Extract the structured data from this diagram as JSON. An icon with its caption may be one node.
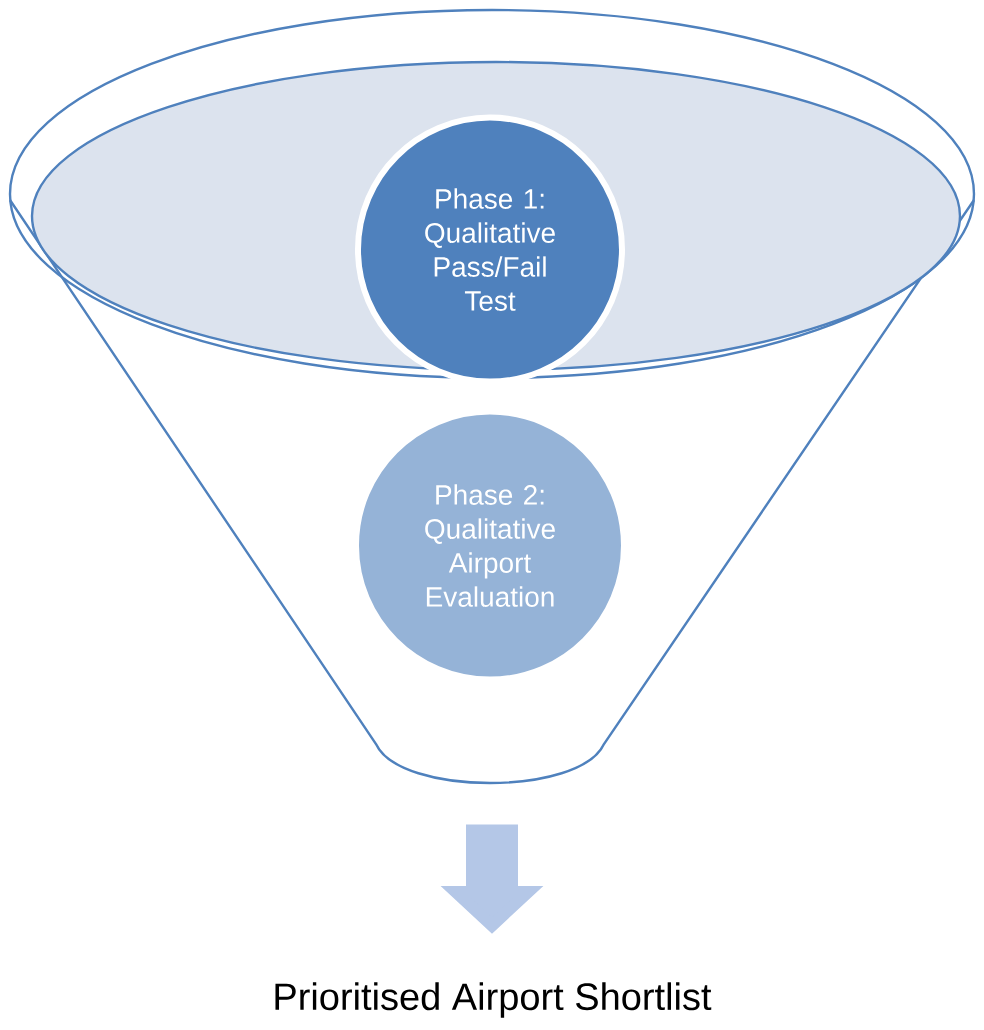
{
  "diagram": {
    "nodes": [
      {
        "text": [],
        "shape": "funnel"
      },
      {
        "text": [
          "Phase 1: Qualitative Pass/Fail Test"
        ],
        "in": 0
      },
      {
        "text": [
          "Phase 2: Qualitative Airport Evaluation"
        ],
        "in": 0
      },
      {
        "text": [
          "Prioritised Airport Shortlist"
        ]
      }
    ],
    "edges": [
      {
        "from": 0,
        "to": 3,
        "arrow": "to"
      }
    ]
  }
}
